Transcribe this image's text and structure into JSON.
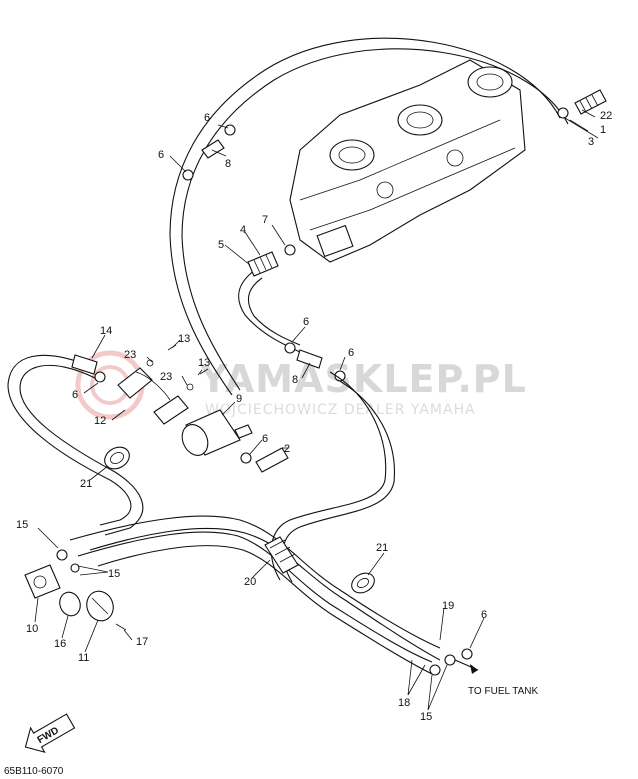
{
  "diagram": {
    "callouts": [
      "1",
      "2",
      "3",
      "4",
      "5",
      "6",
      "7",
      "8",
      "9",
      "10",
      "11",
      "12",
      "13",
      "14",
      "15",
      "16",
      "17",
      "18",
      "19",
      "20",
      "21",
      "22",
      "23"
    ],
    "note": "TO FUEL TANK",
    "code": "65B110-6070",
    "fwd": "FWD",
    "watermark": {
      "main": "YAMASKLEP.PL",
      "sub": "WOJCIECHOWICZ DEALER YAMAHA"
    }
  }
}
